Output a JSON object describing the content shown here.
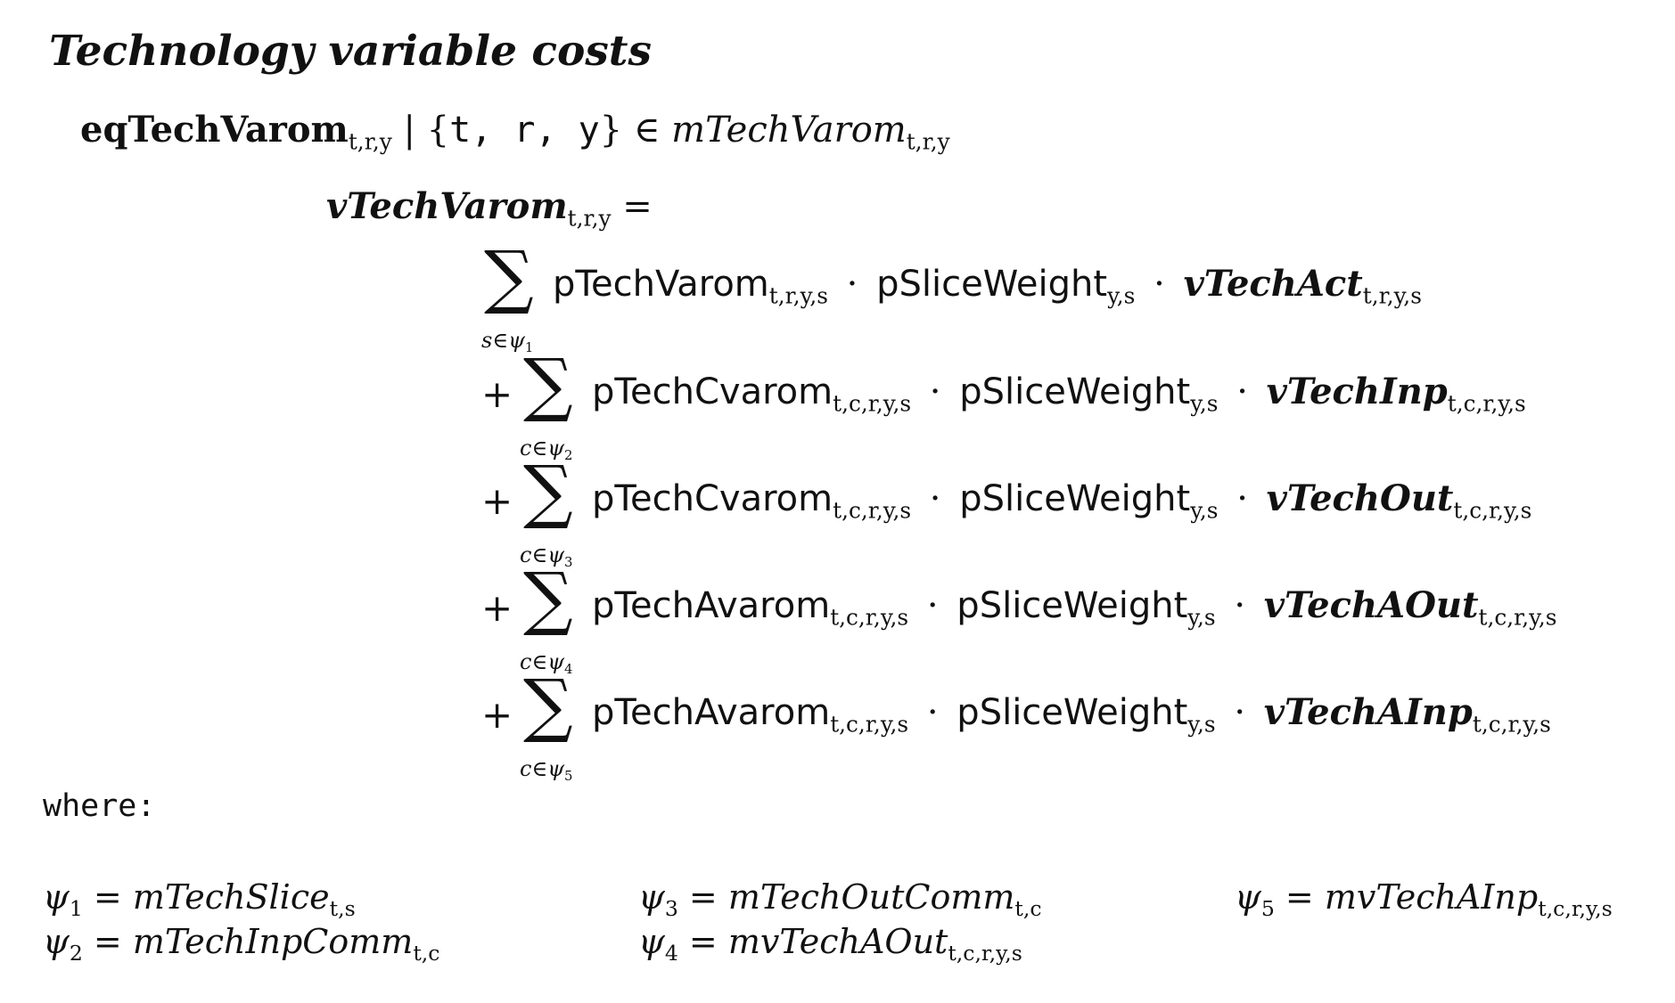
{
  "title": "Technology variable costs",
  "header": {
    "equation_name": "eqTechVarom",
    "equation_subscript": "t,r,y",
    "bar": "|",
    "set_open": "{",
    "set_vars": "t, r, y",
    "set_close": "}",
    "in": "∈",
    "domain_set": "mTechVarom",
    "domain_subscript": "t,r,y"
  },
  "lhs": {
    "variable": "vTechVarom",
    "subscript": "t,r,y",
    "equals": "="
  },
  "terms": [
    {
      "plus": "",
      "sigma": "∑",
      "sum_index": "s∈ψ",
      "psi_index": "1",
      "param": "pTechVarom",
      "param_sub": "t,r,y,s",
      "weight": "pSliceWeight",
      "weight_sub": "y,s",
      "variable": "vTechAct",
      "variable_sub": "t,r,y,s"
    },
    {
      "plus": "+",
      "sigma": "∑",
      "sum_index": "c∈ψ",
      "psi_index": "2",
      "param": "pTechCvarom",
      "param_sub": "t,c,r,y,s",
      "weight": "pSliceWeight",
      "weight_sub": "y,s",
      "variable": "vTechInp",
      "variable_sub": "t,c,r,y,s"
    },
    {
      "plus": "+",
      "sigma": "∑",
      "sum_index": "c∈ψ",
      "psi_index": "3",
      "param": "pTechCvarom",
      "param_sub": "t,c,r,y,s",
      "weight": "pSliceWeight",
      "weight_sub": "y,s",
      "variable": "vTechOut",
      "variable_sub": "t,c,r,y,s"
    },
    {
      "plus": "+",
      "sigma": "∑",
      "sum_index": "c∈ψ",
      "psi_index": "4",
      "param": "pTechAvarom",
      "param_sub": "t,c,r,y,s",
      "weight": "pSliceWeight",
      "weight_sub": "y,s",
      "variable": "vTechAOut",
      "variable_sub": "t,c,r,y,s"
    },
    {
      "plus": "+",
      "sigma": "∑",
      "sum_index": "c∈ψ",
      "psi_index": "5",
      "param": "pTechAvarom",
      "param_sub": "t,c,r,y,s",
      "weight": "pSliceWeight",
      "weight_sub": "y,s",
      "variable": "vTechAInp",
      "variable_sub": "t,c,r,y,s"
    }
  ],
  "operator_dot": "·",
  "where_label": "where:",
  "definitions": [
    {
      "psi": "ψ",
      "index": "1",
      "equals": "=",
      "set": "mTechSlice",
      "subscript": "t,s"
    },
    {
      "psi": "ψ",
      "index": "2",
      "equals": "=",
      "set": "mTechInpComm",
      "subscript": "t,c"
    },
    {
      "psi": "ψ",
      "index": "3",
      "equals": "=",
      "set": "mTechOutComm",
      "subscript": "t,c"
    },
    {
      "psi": "ψ",
      "index": "4",
      "equals": "=",
      "set": "mvTechAOut",
      "subscript": "t,c,r,y,s"
    },
    {
      "psi": "ψ",
      "index": "5",
      "equals": "=",
      "set": "mvTechAInp",
      "subscript": "t,c,r,y,s"
    }
  ]
}
